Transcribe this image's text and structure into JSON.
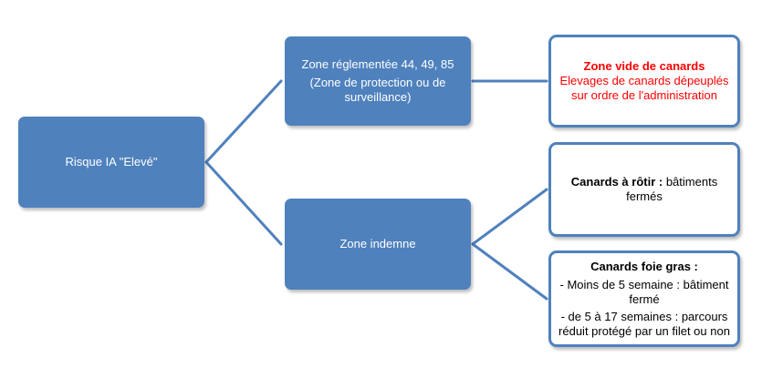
{
  "colors": {
    "box_fill": "#4f81bd",
    "connector": "#4f81bd",
    "highlight_text": "#ff0000"
  },
  "nodes": {
    "risque": {
      "label": "Risque IA  \"Elevé\""
    },
    "zone_reglementee": {
      "line1": "Zone réglementée 44, 49, 85",
      "line2": "(Zone de protection ou de surveillance)"
    },
    "zone_indemne": {
      "label": "Zone indemne"
    },
    "zone_vide": {
      "title": "Zone vide de canards",
      "text": "Elevages de canards dépeuplés sur ordre de l'administration"
    },
    "canards_rotir": {
      "title": "Canards à rôtir :",
      "text": " bâtiments fermés"
    },
    "canards_foie_gras": {
      "title": "Canards foie gras :",
      "item1": "- Moins de 5 semaine : bâtiment fermé",
      "item2": "- de 5 à 17 semaines : parcours réduit protégé par un filet ou non"
    }
  }
}
